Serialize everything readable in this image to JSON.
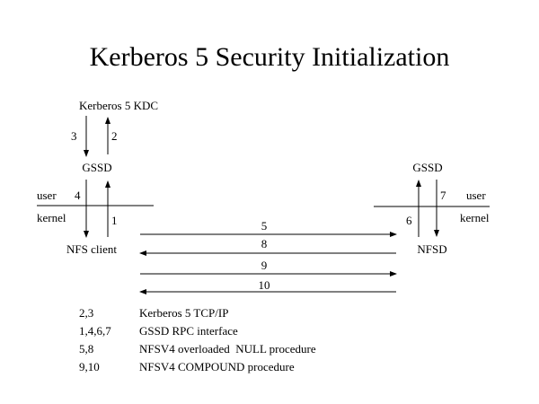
{
  "title": "Kerberos 5 Security Initialization",
  "nodes": {
    "kdc": "Kerberos 5 KDC",
    "gssd_left": "GSSD",
    "gssd_right": "GSSD",
    "nfs_client": "NFS client",
    "nfsd": "NFSD"
  },
  "labels": {
    "user_left": "user",
    "kernel_left": "kernel",
    "user_right": "user",
    "kernel_right": "kernel"
  },
  "steps": [
    "1",
    "2",
    "3",
    "4",
    "5",
    "6",
    "7",
    "8",
    "9",
    "10"
  ],
  "legend": [
    {
      "key": "2,3",
      "desc": "Kerberos 5 TCP/IP"
    },
    {
      "key": "1,4,6,7",
      "desc": "GSSD RPC interface"
    },
    {
      "key": "5,8",
      "desc": "NFSV4 overloaded  NULL procedure"
    },
    {
      "key": "9,10",
      "desc": "NFSV4 COMPOUND procedure"
    }
  ],
  "colors": {
    "line": "#000000",
    "background": "#ffffff"
  }
}
